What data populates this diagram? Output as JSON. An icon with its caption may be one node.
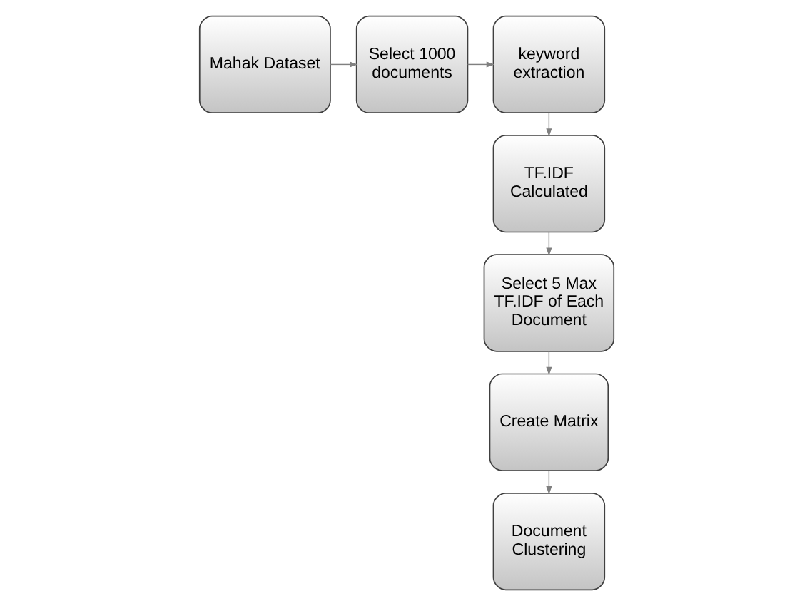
{
  "diagram": {
    "nodes": [
      {
        "text": [
          "Mahak Dataset"
        ]
      },
      {
        "text": [
          "Select 1000 documents"
        ]
      },
      {
        "text": [
          "keyword extraction"
        ]
      },
      {
        "text": [
          "TF.IDF Calculated"
        ]
      },
      {
        "text": [
          "Select 5 Max TF.IDF of Each Document"
        ]
      },
      {
        "text": [
          "Create Matrix"
        ]
      },
      {
        "text": [
          "Document Clustering"
        ]
      }
    ],
    "edges": [
      {
        "from": 0,
        "to": 1,
        "arrow": "to"
      },
      {
        "from": 1,
        "to": 2,
        "arrow": "to"
      },
      {
        "from": 2,
        "to": 3,
        "arrow": "to"
      },
      {
        "from": 3,
        "to": 4,
        "arrow": "to"
      },
      {
        "from": 4,
        "to": 5,
        "arrow": "to"
      },
      {
        "from": 5,
        "to": 6,
        "arrow": "to"
      }
    ]
  }
}
